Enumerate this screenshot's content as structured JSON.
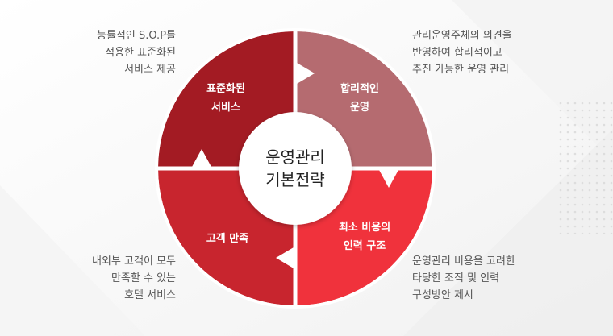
{
  "center": {
    "line1": "운영관리",
    "line2": "기본전략"
  },
  "quadrants": [
    {
      "id": "tl",
      "line1": "표준화된",
      "line2": "서비스",
      "color": "#a31b23"
    },
    {
      "id": "tr",
      "line1": "합리적인",
      "line2": "운영",
      "color": "#b56b70"
    },
    {
      "id": "br",
      "line1": "최소 비용의",
      "line2": "인력 구조",
      "color": "#f0323c"
    },
    {
      "id": "bl",
      "line1": "고객 만족",
      "line2": "",
      "color": "#c8252e"
    }
  ],
  "descriptions": {
    "tl": [
      "능률적인 S.O.P를",
      "적용한 표준화된",
      "서비스 제공"
    ],
    "tr": [
      "관리운영주체의 의견을",
      "반영하여 합리적이고",
      "추진 가능한 운영 관리"
    ],
    "bl": [
      "내외부 고객이 모두",
      "만족할 수 있는",
      "호텔 서비스"
    ],
    "br": [
      "운영관리 비용을 고려한",
      "타당한 조직 및 인력",
      "구성방안 제시"
    ]
  }
}
